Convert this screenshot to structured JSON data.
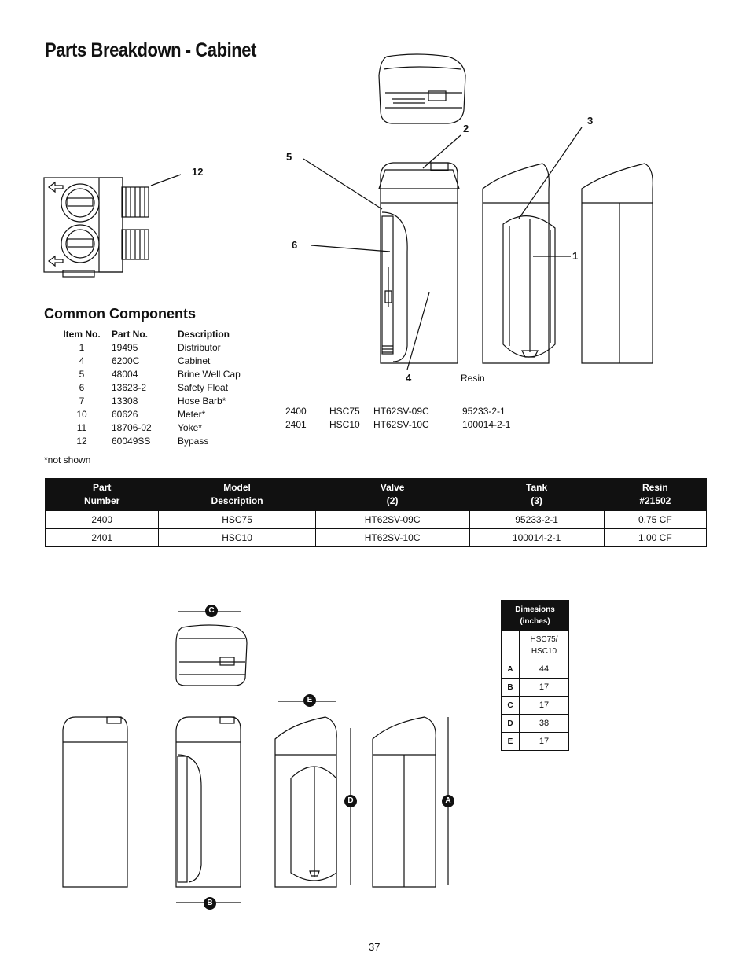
{
  "page": {
    "title": "Parts Breakdown - Cabinet",
    "page_number": "37"
  },
  "callouts": {
    "c1": "1",
    "c2": "2",
    "c3": "3",
    "c4": "4",
    "c5": "5",
    "c6": "6",
    "c12": "12",
    "resin": "Resin"
  },
  "common": {
    "heading": "Common Components",
    "headers": [
      "Item No.",
      "Part No.",
      "Description"
    ],
    "rows": [
      [
        "1",
        "19495",
        "Distributor"
      ],
      [
        "4",
        "6200C",
        "Cabinet"
      ],
      [
        "5",
        "48004",
        "Brine Well Cap"
      ],
      [
        "6",
        "13623-2",
        "Safety Float"
      ],
      [
        "7",
        "13308",
        "Hose Barb*"
      ],
      [
        "10",
        "60626",
        "Meter*"
      ],
      [
        "11",
        "18706-02",
        "Yoke*"
      ],
      [
        "12",
        "60049SS",
        "Bypass"
      ]
    ],
    "note": "*not shown"
  },
  "model_list": {
    "rows": [
      [
        "2400",
        "HSC75",
        "HT62SV-09C",
        "95233-2-1"
      ],
      [
        "2401",
        "HSC10",
        "HT62SV-10C",
        "100014-2-1"
      ]
    ]
  },
  "spec_table": {
    "headers": [
      [
        "Part",
        "Number"
      ],
      [
        "Model",
        "Description"
      ],
      [
        "Valve",
        "(2)"
      ],
      [
        "Tank",
        "(3)"
      ],
      [
        "Resin",
        "#21502"
      ]
    ],
    "rows": [
      [
        "2400",
        "HSC75",
        "HT62SV-09C",
        "95233-2-1",
        "0.75 CF"
      ],
      [
        "2401",
        "HSC10",
        "HT62SV-10C",
        "100014-2-1",
        "1.00 CF"
      ]
    ]
  },
  "dimensions": {
    "header": [
      "Dimesions",
      "(inches)"
    ],
    "model_header": [
      "HSC75/",
      "HSC10"
    ],
    "rows": [
      [
        "A",
        "44"
      ],
      [
        "B",
        "17"
      ],
      [
        "C",
        "17"
      ],
      [
        "D",
        "38"
      ],
      [
        "E",
        "17"
      ]
    ]
  },
  "badges": {
    "a": "A",
    "b": "B",
    "c": "C",
    "d": "D",
    "e": "E"
  }
}
